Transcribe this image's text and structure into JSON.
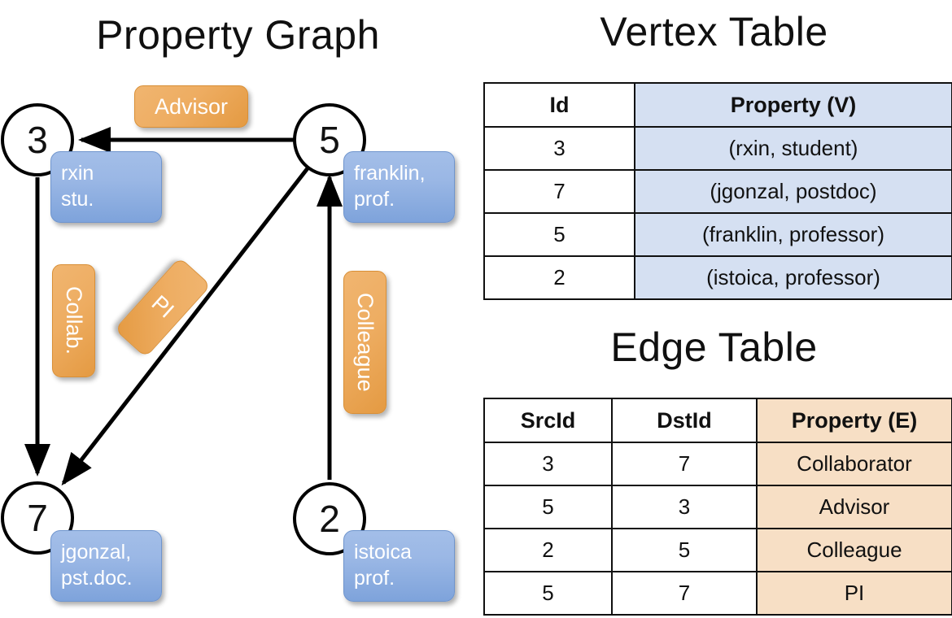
{
  "graph": {
    "title": "Property Graph",
    "nodes": [
      {
        "id": "3",
        "name": "node-3",
        "property_line1": "rxin",
        "property_line2": "stu."
      },
      {
        "id": "5",
        "name": "node-5",
        "property_line1": "franklin,",
        "property_line2": "prof."
      },
      {
        "id": "7",
        "name": "node-7",
        "property_line1": "jgonzal,",
        "property_line2": "pst.doc."
      },
      {
        "id": "2",
        "name": "node-2",
        "property_line1": "istoica",
        "property_line2": "prof."
      }
    ],
    "edge_labels": {
      "advisor": "Advisor",
      "collab": "Collab.",
      "pi": "PI",
      "colleague": "Colleague"
    },
    "edges": [
      {
        "from": "5",
        "to": "3",
        "label": "Advisor"
      },
      {
        "from": "3",
        "to": "7",
        "label": "Collab."
      },
      {
        "from": "5",
        "to": "7",
        "label": "PI"
      },
      {
        "from": "2",
        "to": "5",
        "label": "Colleague"
      }
    ],
    "colors": {
      "node_fill": "#ffffff",
      "node_stroke": "#000000",
      "property_box_blue_top": "#a3bee8",
      "property_box_blue_bottom": "#7ea3db",
      "edge_label_orange_top": "#f0b570",
      "edge_label_orange_bottom": "#e49a42",
      "edge_stroke": "#000000"
    }
  },
  "vertex_table": {
    "title": "Vertex Table",
    "headers": [
      "Id",
      "Property (V)"
    ],
    "rows": [
      {
        "id": "3",
        "property": "(rxin, student)"
      },
      {
        "id": "7",
        "property": "(jgonzal, postdoc)"
      },
      {
        "id": "5",
        "property": "(franklin, professor)"
      },
      {
        "id": "2",
        "property": "(istoica, professor)"
      }
    ],
    "property_cell_color": "#d5e0f2"
  },
  "edge_table": {
    "title": "Edge Table",
    "headers": [
      "SrcId",
      "DstId",
      "Property (E)"
    ],
    "rows": [
      {
        "src": "3",
        "dst": "7",
        "property": "Collaborator"
      },
      {
        "src": "5",
        "dst": "3",
        "property": "Advisor"
      },
      {
        "src": "2",
        "dst": "5",
        "property": "Colleague"
      },
      {
        "src": "5",
        "dst": "7",
        "property": "PI"
      }
    ],
    "property_cell_color": "#f7dfc5"
  }
}
